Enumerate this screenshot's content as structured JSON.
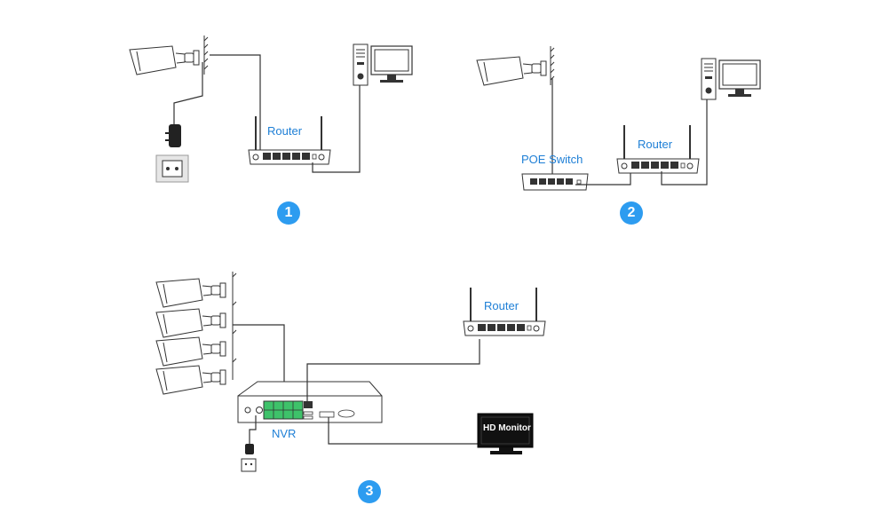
{
  "labels": {
    "router_1": "Router",
    "poe_switch": "POE Switch",
    "router_2": "Router",
    "router_3": "Router",
    "nvr": "NVR",
    "hd_monitor": "HD Monitor"
  },
  "badges": {
    "one": "1",
    "two": "2",
    "three": "3"
  },
  "colors": {
    "accent": "#1e7fd6",
    "badge": "#2d9cf0",
    "nvr_ports": "#3ec26a",
    "line": "#222222"
  }
}
